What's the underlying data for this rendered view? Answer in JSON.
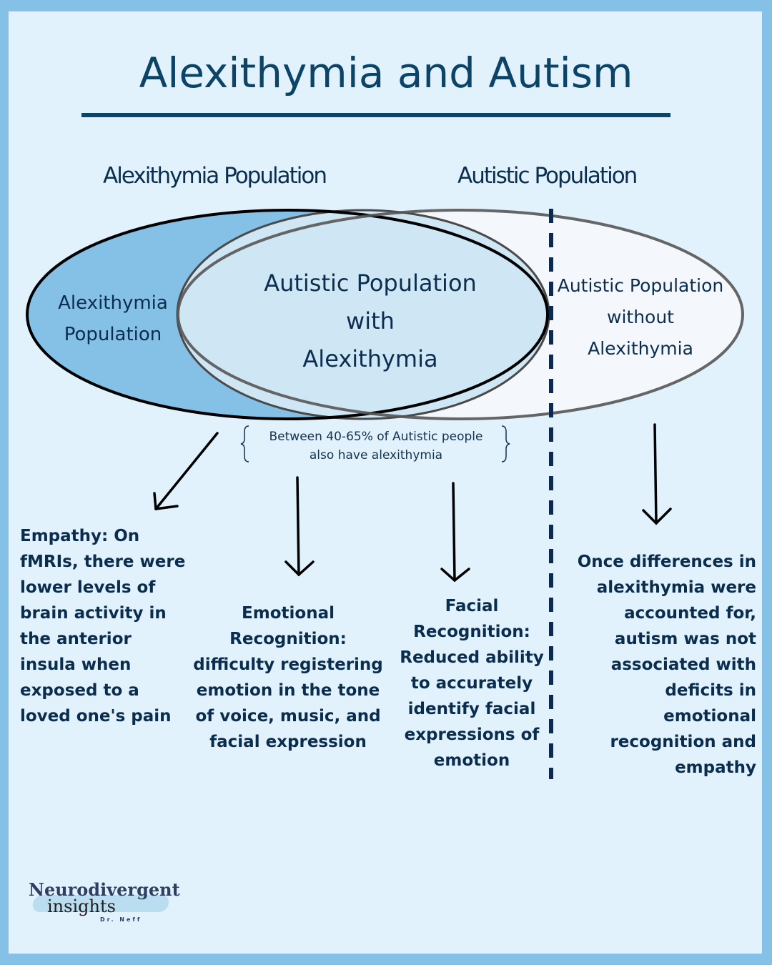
{
  "title": "Alexithymia and Autism",
  "set_labels": {
    "left": "Alexithymia Population",
    "right": "Autistic Population"
  },
  "venn": {
    "left_only": [
      "Alexithymia",
      "Population"
    ],
    "overlap": [
      "Autistic Population",
      "with",
      "Alexithymia"
    ],
    "right_only": [
      "Autistic Population",
      "without",
      "Alexithymia"
    ],
    "colors": {
      "left_fill": "#85c0e6",
      "overlap_fill": "#cfe6f5",
      "right_fill": "#f4f8fd",
      "left_stroke": "#000000",
      "right_stroke": "#555555",
      "divider": "#0c2a4f"
    }
  },
  "note": {
    "line1": "Between 40-65% of Autistic people",
    "line2": "also have alexithymia"
  },
  "facts": {
    "empathy": [
      "Empathy: On",
      "fMRIs, there were",
      "lower levels of",
      "brain activity in",
      "the anterior",
      "insula when",
      "exposed to a",
      "loved one's pain"
    ],
    "emotional": [
      "Emotional",
      "Recognition:",
      "difficulty registering",
      "emotion in the tone",
      "of voice, music, and",
      "facial expression"
    ],
    "facial": [
      "Facial",
      "Recognition:",
      "Reduced ability",
      "to accurately",
      "identify facial",
      "expressions of",
      "emotion"
    ],
    "without": [
      "Once differences in",
      "alexithymia were",
      "accounted for,",
      "autism was not",
      "associated with",
      "deficits in",
      "emotional",
      "recognition and",
      "empathy"
    ]
  },
  "logo": {
    "line1": "Neurodivergent",
    "line2": "insights",
    "line3": "Dr. Neff"
  },
  "colors": {
    "frame": "#85c0e6",
    "background": "#e2f2fd",
    "title": "#0c4467",
    "text": "#0a2d4d"
  }
}
